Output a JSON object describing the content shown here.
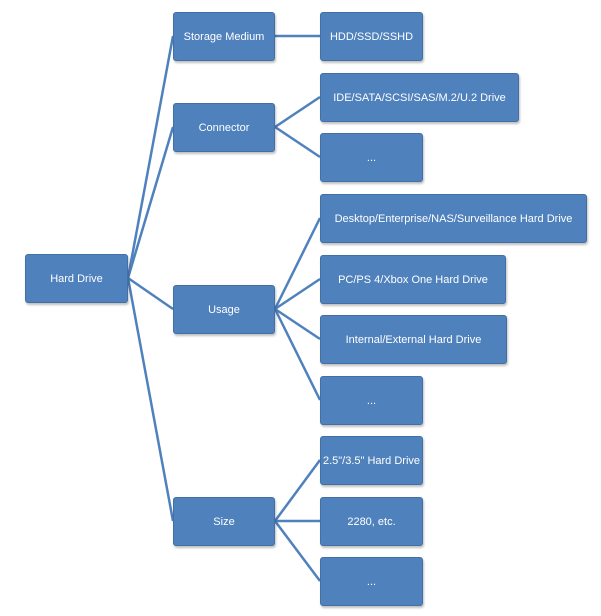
{
  "colors": {
    "node_fill": "#4f81bd",
    "node_border": "#416fa6",
    "node_text": "#ffffff",
    "connector": "#4f81bd"
  },
  "root": {
    "label": "Hard Drive"
  },
  "categories": [
    {
      "label": "Storage Medium",
      "children": [
        "HDD/SSD/SSHD"
      ]
    },
    {
      "label": "Connector",
      "children": [
        "IDE/SATA/SCSI/SAS/M.2/U.2 Drive",
        "..."
      ]
    },
    {
      "label": "Usage",
      "children": [
        "Desktop/Enterprise/NAS/Surveillance Hard Drive",
        "PC/PS 4/Xbox One Hard Drive",
        "Internal/External Hard Drive",
        "..."
      ]
    },
    {
      "label": "Size",
      "children": [
        "2.5\"/3.5\" Hard Drive",
        "2280, etc.",
        "..."
      ]
    }
  ]
}
